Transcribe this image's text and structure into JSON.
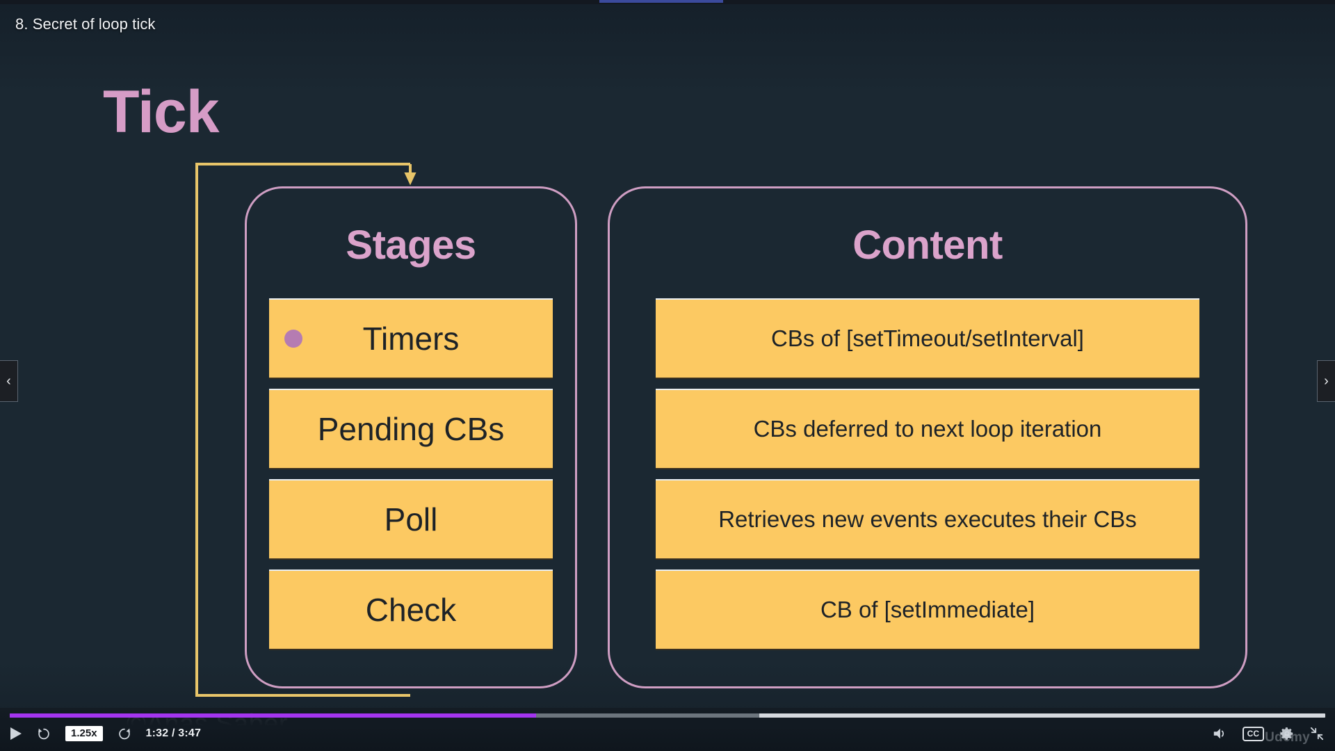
{
  "video": {
    "title": "8. Secret of loop tick",
    "watermark": "©Anas Saber",
    "brand_watermark": "Udemy",
    "time_label": "1:32 / 3:47",
    "speed_label": "1.25x",
    "progress_played_percent": 40,
    "progress_buffered_percent": 57
  },
  "navigation": {
    "prev_label": "‹",
    "next_label": "›"
  },
  "controls": {
    "play_name": "play-icon",
    "rewind_name": "rewind-10-icon",
    "forward_name": "forward-10-icon",
    "volume_name": "volume-icon",
    "captions_label": "CC",
    "settings_name": "gear-icon",
    "fullscreen_name": "collapse-icon"
  },
  "slide": {
    "heading": "Tick",
    "stages_panel": {
      "heading": "Stages",
      "rows": [
        {
          "label": "Timers",
          "bullet": true
        },
        {
          "label": "Pending CBs",
          "bullet": false
        },
        {
          "label": "Poll",
          "bullet": false
        },
        {
          "label": "Check",
          "bullet": false
        }
      ]
    },
    "content_panel": {
      "heading": "Content",
      "rows": [
        {
          "label": "CBs of [setTimeout/setInterval]"
        },
        {
          "label": "CBs deferred to next loop iteration"
        },
        {
          "label": "Retrieves new events executes their CBs"
        },
        {
          "label": "CB of [setImmediate]"
        }
      ]
    }
  },
  "colors": {
    "slide_background": "#1b2832",
    "accent_pink": "#d69cc6",
    "panel_border": "#cf9ec3",
    "row_yellow": "#fcc962",
    "loop_arrow": "#e8c569",
    "bullet": "#b57cb2",
    "progress_played": "#a435f0"
  }
}
